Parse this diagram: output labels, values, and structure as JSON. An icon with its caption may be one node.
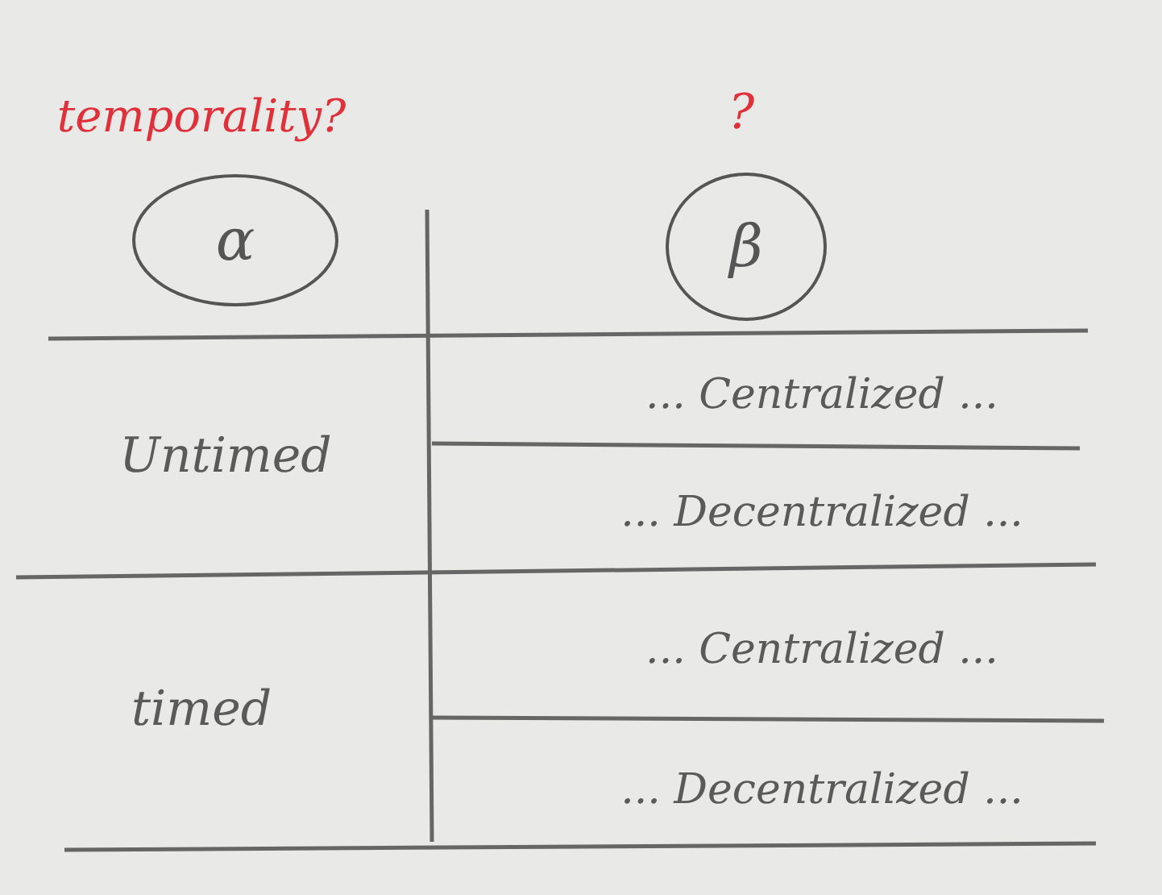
{
  "diagram": {
    "nodes": [
      {
        "text": [
          "α"
        ]
      },
      {
        "text": [
          "β"
        ]
      }
    ],
    "labels": [
      "temporality?",
      "?",
      "Untimed",
      "... Centralized ...",
      "... Decentralized ...",
      "timed",
      "... Centralized ...",
      "... Decentralized ..."
    ]
  }
}
